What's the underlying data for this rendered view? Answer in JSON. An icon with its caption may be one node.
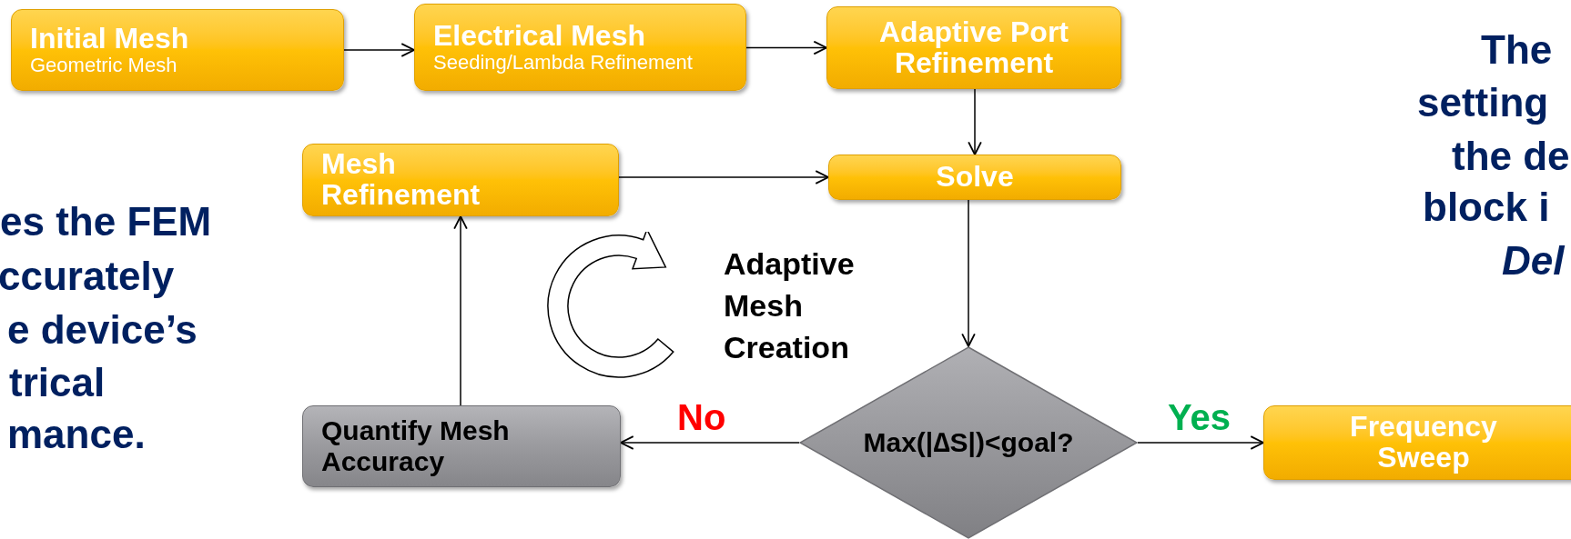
{
  "diagram": {
    "nodes": [
      {
        "text": [
          "Initial Mesh",
          "Geometric Mesh"
        ]
      },
      {
        "text": [
          "Electrical Mesh",
          "Seeding/Lambda Refinement"
        ]
      },
      {
        "text": [
          "Adaptive Port Refinement"
        ]
      },
      {
        "text": [
          "Mesh Refinement"
        ]
      },
      {
        "text": [
          "Solve"
        ]
      },
      {
        "text": [
          "Quantify Mesh Accuracy"
        ]
      },
      {
        "text": [
          "Max(|∆S|)<goal?"
        ]
      },
      {
        "text": [
          "Frequency Sweep"
        ]
      }
    ],
    "edges": [
      {
        "from": 0,
        "to": 1,
        "arrow": "to"
      },
      {
        "from": 1,
        "to": 2,
        "arrow": "to"
      },
      {
        "from": 2,
        "to": 4,
        "arrow": "to"
      },
      {
        "from": 3,
        "to": 4,
        "arrow": "to"
      },
      {
        "from": 4,
        "to": 6,
        "arrow": "to"
      },
      {
        "from": 6,
        "to": 5,
        "arrow": "to",
        "label": "No"
      },
      {
        "from": 6,
        "to": 7,
        "arrow": "to",
        "label": "Yes"
      },
      {
        "from": 5,
        "to": 3,
        "arrow": "to"
      }
    ],
    "labels": [
      "Adaptive Mesh Creation",
      "es the FEM",
      "ccurately",
      "e device’s",
      "trical",
      "mance.",
      "The",
      "setting",
      "the de",
      "block i",
      "Del"
    ]
  }
}
